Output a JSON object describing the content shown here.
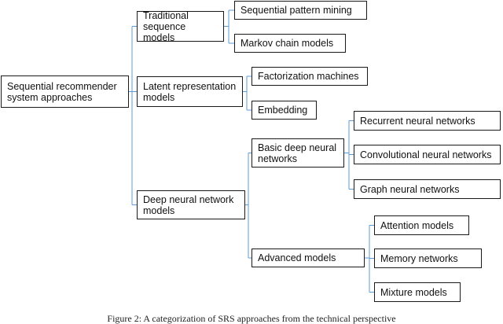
{
  "colors": {
    "connector": "#5b9bd5",
    "border": "#1a1a1a"
  },
  "nodes": {
    "root": "Sequential recommender\nsystem approaches",
    "traditional": "Traditional\nsequence models",
    "latent": "Latent representation\nmodels",
    "deep": "Deep neural network\nmodels",
    "pattern_mining": "Sequential pattern mining",
    "markov": "Markov chain models",
    "factorization": "Factorization machines",
    "embedding": "Embedding",
    "basic_deep": "Basic deep neural\nnetworks",
    "advanced": "Advanced models",
    "rnn": "Recurrent neural networks",
    "cnn": "Convolutional neural networks",
    "gnn": "Graph neural networks",
    "attention": "Attention models",
    "memory": "Memory networks",
    "mixture": "Mixture models"
  },
  "caption": "Figure 2: A categorization of SRS approaches from the technical perspective"
}
